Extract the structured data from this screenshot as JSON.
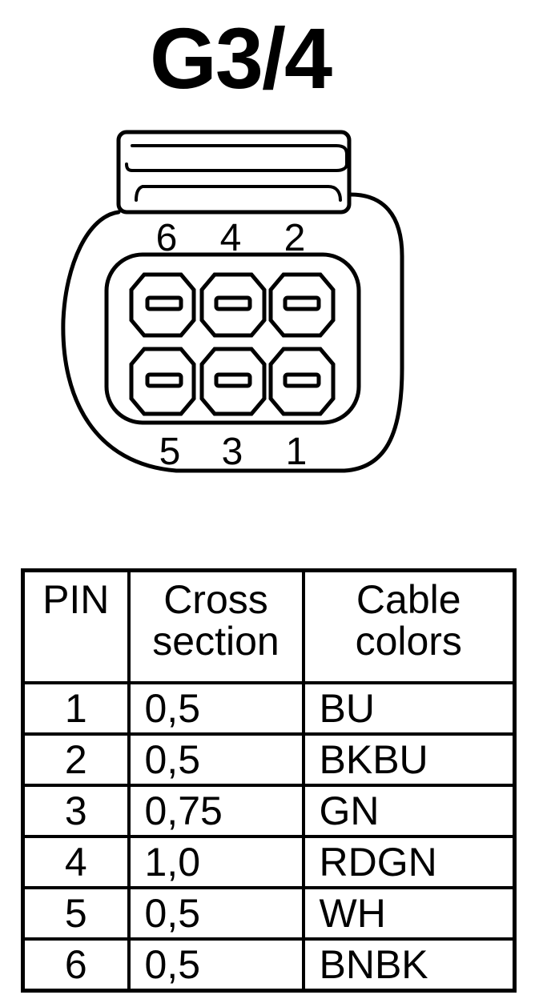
{
  "title": "G3/4",
  "connector": {
    "top_pin_labels": [
      "6",
      "4",
      "2"
    ],
    "bottom_pin_labels": [
      "5",
      "3",
      "1"
    ]
  },
  "table": {
    "headers": {
      "pin": "PIN",
      "cross_line1": "Cross",
      "cross_line2": "section",
      "cable_line1": "Cable",
      "cable_line2": "colors"
    },
    "rows": [
      {
        "pin": "1",
        "cross": "0,5",
        "color": "BU"
      },
      {
        "pin": "2",
        "cross": "0,5",
        "color": "BKBU"
      },
      {
        "pin": "3",
        "cross": "0,75",
        "color": "GN"
      },
      {
        "pin": "4",
        "cross": "1,0",
        "color": "RDGN"
      },
      {
        "pin": "5",
        "cross": "0,5",
        "color": "WH"
      },
      {
        "pin": "6",
        "cross": "0,5",
        "color": "BNBK"
      }
    ]
  }
}
